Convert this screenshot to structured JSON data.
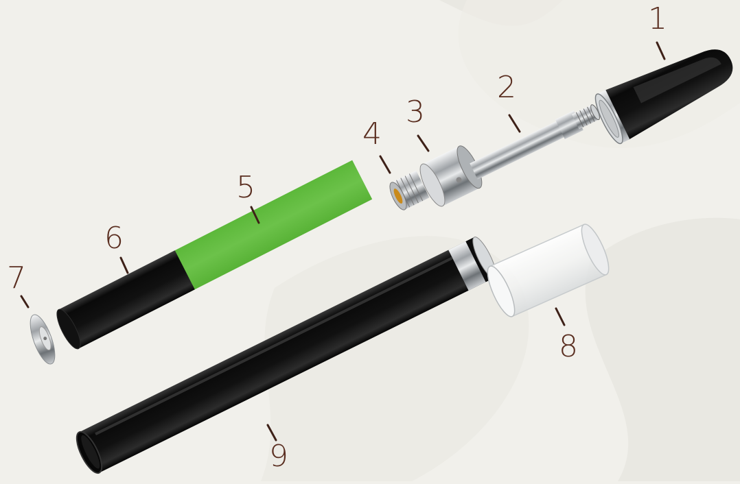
{
  "colors": {
    "background": "#f1f0eb",
    "watermark": "#e9e8e2",
    "label_brown": "#5a2e20",
    "filter_green": "#6cc24a",
    "black_body": "#0c0c0c",
    "chrome": "#bfc2c4"
  },
  "labels": [
    {
      "id": "mouthpiece",
      "number": "1"
    },
    {
      "id": "center-post",
      "number": "2"
    },
    {
      "id": "top-cap-ring",
      "number": "3"
    },
    {
      "id": "threaded-base",
      "number": "4"
    },
    {
      "id": "green-sleeve",
      "number": "5"
    },
    {
      "id": "black-sleeve",
      "number": "6"
    },
    {
      "id": "bottom-disc",
      "number": "7"
    },
    {
      "id": "glass-tank",
      "number": "8"
    },
    {
      "id": "outer-tube",
      "number": "9"
    }
  ]
}
